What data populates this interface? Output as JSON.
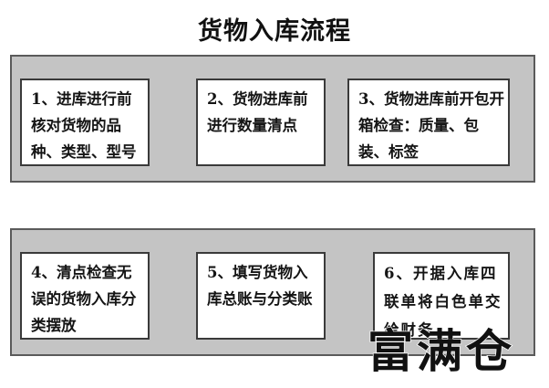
{
  "title": "货物入库流程",
  "rows": [
    {
      "steps": [
        {
          "text": "1、进库进行前核对货物的品种、类型、型号"
        },
        {
          "text": "2、货物进库前进行数量清点"
        },
        {
          "text": "3、货物进库前开包开箱检查：质量、包装、标签"
        }
      ]
    },
    {
      "steps": [
        {
          "text": "4、清点检查无误的货物入库分类摆放"
        },
        {
          "text": "5、填写货物入库总账与分类账"
        },
        {
          "text": "6、开据入库四联单将白色单交给财务"
        }
      ]
    }
  ],
  "watermark": "富满仓",
  "colors": {
    "band_fill": "#c4c4c4",
    "band_border": "#5a5a5a",
    "box_fill": "#ffffff",
    "box_border": "#3a3a3a",
    "text": "#111111"
  }
}
